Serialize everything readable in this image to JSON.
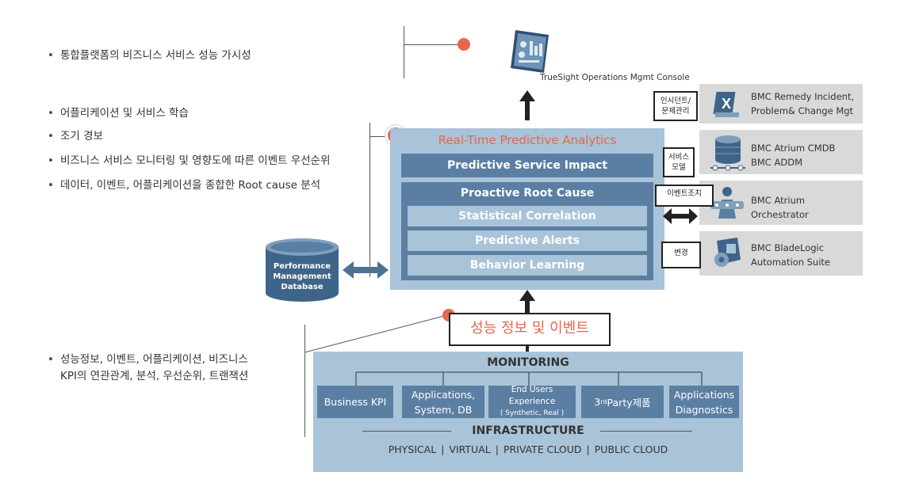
{
  "bullets_top": [
    "통합플랫폼의 비즈니스 서비스 성능 가시성"
  ],
  "bullets_mid": [
    "어플리케이션 및 서비스 학습",
    "조기 경보",
    "비즈니스 서비스 모니터링 및 영향도에 따른 이벤트 우선순위",
    "데이터, 이벤트, 어플리케이션을 종합한 Root cause 분석"
  ],
  "bullets_bottom": [
    "성능정보, 이벤트, 어플리케이션, 비즈니스",
    "KPI의 연관관계, 분석, 우선순위, 트랜잭션"
  ],
  "console": {
    "label": "TrueSight  Operations Mgmt Console"
  },
  "analytics": {
    "title": "Real-Time Predictive Analytics",
    "impact": "Predictive Service Impact",
    "root_cause": "Proactive Root Cause",
    "items": [
      "Statistical Correlation",
      "Predictive Alerts",
      "Behavior Learning"
    ]
  },
  "database": {
    "line1": "Performance",
    "line2": "Management",
    "line3": "Database"
  },
  "right_panels": [
    {
      "icon": "ticket-icon",
      "line1": "BMC Remedy Incident,",
      "line2": "Problem& Change Mgt",
      "tag1": "인시던트/",
      "tag2": "문제관리"
    },
    {
      "icon": "database-icon",
      "line1": "BMC Atrium CMDB",
      "line2": "BMC ADDM",
      "tag1": "서비스",
      "tag2": "모델"
    },
    {
      "icon": "orchestrator-icon",
      "line1": "BMC Atrium",
      "line2": "Orchestrator",
      "tag1": "이벤트조치",
      "tag2": ""
    },
    {
      "icon": "gear-icon",
      "line1": "BMC BladeLogic",
      "line2": "Automation Suite",
      "tag1": "변경",
      "tag2": ""
    }
  ],
  "perf_label": "성능 정보 및 이벤트",
  "monitoring": {
    "title": "MONITORING",
    "boxes": [
      {
        "l1": "Business KPI",
        "l2": ""
      },
      {
        "l1": "Applications,",
        "l2": "System, DB"
      },
      {
        "l1": "End Users Experience",
        "l2": "( Synthetic, Real )"
      },
      {
        "l1": "3",
        "sup": "rd",
        "l2": " Party제품"
      },
      {
        "l1": "Applications",
        "l2": "Diagnostics"
      }
    ],
    "infra_title": "INFRASTRUCTURE",
    "infra": [
      "PHYSICAL",
      "VIRTUAL",
      "PRIVATE CLOUD",
      "PUBLIC CLOUD"
    ]
  },
  "colors": {
    "accent": "#e8664d",
    "dark_blue": "#5b7fa3",
    "light_blue": "#a9c3d8",
    "panel_gray": "#d9d9d9"
  }
}
